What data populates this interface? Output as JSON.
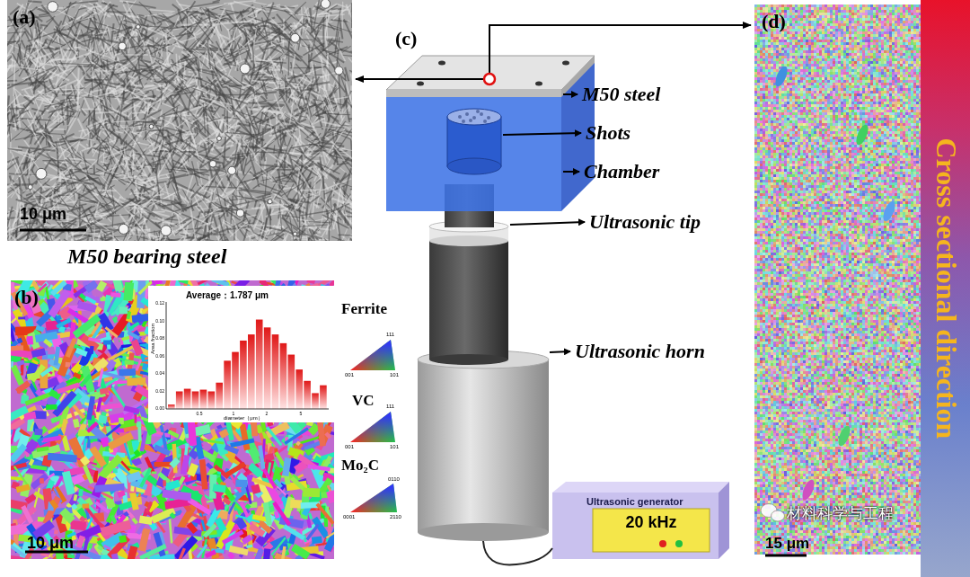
{
  "diagram": {
    "nodes": [
      {
        "text": [
          "(a)",
          "10 μm"
        ]
      },
      {
        "text": [
          "(b)",
          "10 μm"
        ]
      },
      {
        "text": [
          "Average：1.787 μm",
          "Area fraction",
          "diameter（μm）"
        ],
        "in": 1
      },
      {
        "text": [
          "Ultrasonic generator",
          "20 kHz"
        ]
      },
      {
        "text": [
          "(d)",
          "15 μm"
        ]
      },
      {
        "text": [
          "Cross sectional direction"
        ]
      }
    ],
    "labels": [
      "M50 bearing steel",
      "(c)",
      "M50 steel",
      "Shots",
      "Chamber",
      "Ultrasonic tip",
      "Ultrasonic horn",
      "Ferrite",
      "111",
      "001",
      "101",
      "VC",
      "111",
      "001",
      "101",
      "Mo₂C",
      "0110",
      "0001",
      "2110",
      "0.00",
      "0.02",
      "0.04",
      "0.06",
      "0.08",
      "0.10",
      "0.12",
      "0.5",
      "1",
      "2",
      "5",
      "材料科学与工程"
    ]
  }
}
